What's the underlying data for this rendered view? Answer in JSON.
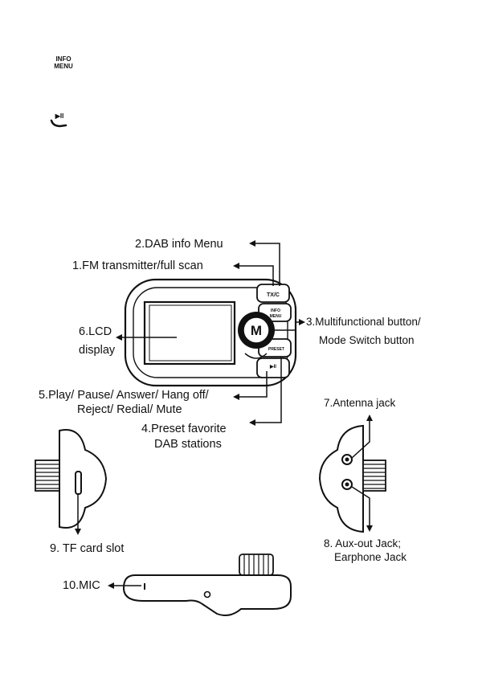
{
  "top_icons": {
    "info_menu_line1": "INFO",
    "info_menu_line2": "MENU",
    "play_pause_symbol": "▶II"
  },
  "device": {
    "button_tx": "TX/C",
    "button_info": "INFO",
    "button_menu": "MENU",
    "button_m": "M",
    "button_preset": "PRESET",
    "button_play": "▶II"
  },
  "labels": {
    "dab_info_menu": "2.DAB info Menu",
    "fm_transmitter": "1.FM transmitter/full scan",
    "lcd_line1": "6.LCD",
    "lcd_line2": "display",
    "multifunctional_line1": "3.Multifunctional button/",
    "multifunctional_line2": "Mode Switch button",
    "play_line1": "5.Play/ Pause/ Answer/ Hang off/",
    "play_line2": "Reject/ Redial/ Mute",
    "preset_line1": "4.Preset favorite",
    "preset_line2": "DAB stations",
    "antenna": "7.Antenna jack",
    "tf_card": "9. TF card slot",
    "aux_line1": "8. Aux-out Jack;",
    "aux_line2": "Earphone Jack",
    "mic": "10.MIC"
  }
}
